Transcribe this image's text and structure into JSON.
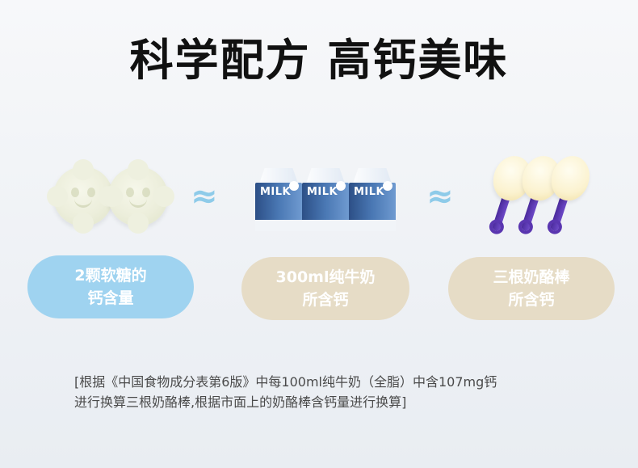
{
  "title": "科学配方 高钙美味",
  "approx_symbol": "≈",
  "colors": {
    "pill_blue": "#9fd3f0",
    "pill_beige": "#e6dcc6",
    "approx": "#8ecbe9"
  },
  "items": [
    {
      "line1": "2颗软糖的",
      "line2": "钙含量"
    },
    {
      "line1": "300ml纯牛奶",
      "line2": "所含钙"
    },
    {
      "line1": "三根奶酪棒",
      "line2": "所含钙"
    }
  ],
  "carton_label": "MILK",
  "footnote": {
    "line1": "[根据《中国食物成分表第6版》中每100ml纯牛奶（全脂）中含107mg钙",
    "line2": "进行换算三根奶酪棒,根据市面上的奶酪棒含钙量进行换算]"
  }
}
